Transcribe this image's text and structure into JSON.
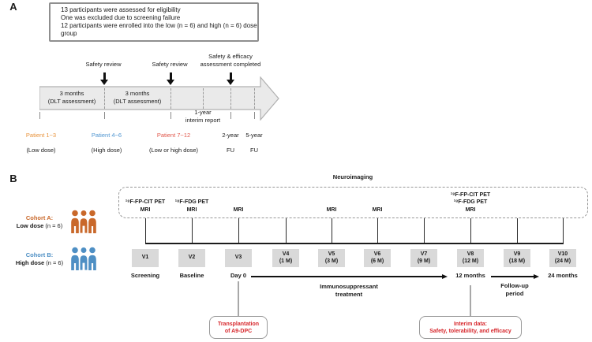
{
  "colors": {
    "patient_low": "#e8923a",
    "patient_high": "#4d94d0",
    "patient_mixed": "#e0564a",
    "cohort_a": "#c9682a",
    "cohort_b": "#4e8fc4",
    "callout_red": "#d7282d"
  },
  "panel_a": {
    "label": "A",
    "eligibility": [
      "13 participants were assessed for eligibility",
      "One was excluded due to screening failure",
      "12 participants were enrolled into the low (n = 6) and high (n = 6) dose group"
    ],
    "reviews": [
      "Safety review",
      "Safety review",
      "Safety & efficacy\nassessment completed"
    ],
    "segments": [
      "3 months\n(DLT assessment)",
      "3 months\n(DLT assessment)"
    ],
    "milestones": [
      {
        "title": "Patient 1~3",
        "subtitle": "(Low dose)"
      },
      {
        "title": "Patient 4~6",
        "subtitle": "(High dose)"
      },
      {
        "title": "Patient 7~12",
        "subtitle": "(Low or high dose)"
      },
      {
        "title": "2-year",
        "subtitle": "FU"
      },
      {
        "title": "5-year",
        "subtitle": "FU"
      }
    ],
    "interim_note": "1-year\ninterim report"
  },
  "panel_b": {
    "label": "B",
    "neuroimaging": "Neuroimaging",
    "cohorts": [
      {
        "name": "Cohort A:",
        "dose_bold": "Low dose",
        "dose_rest": "(n = 6)"
      },
      {
        "name": "Cohort B:",
        "dose_bold": "High dose",
        "dose_rest": "(n = 6)"
      }
    ],
    "visits": [
      {
        "label": "V1",
        "imaging": "¹⁸F-FP-CIT PET\nMRI",
        "below": "Screening"
      },
      {
        "label": "V2",
        "imaging": "¹⁸F-FDG PET\nMRI",
        "below": "Baseline"
      },
      {
        "label": "V3",
        "imaging": "MRI",
        "below": "Day 0"
      },
      {
        "label": "V4\n(1 M)"
      },
      {
        "label": "V5\n(3 M)",
        "imaging": "MRI"
      },
      {
        "label": "V6\n(6 M)",
        "imaging": "MRI"
      },
      {
        "label": "V7\n(9 M)"
      },
      {
        "label": "V8\n(12 M)",
        "imaging": "¹⁸F-FP-CIT PET\n¹⁸F-FDG PET\nMRI",
        "below": "12 months"
      },
      {
        "label": "V9\n(18 M)"
      },
      {
        "label": "V10\n(24 M)",
        "below": "24 months"
      }
    ],
    "treatment_label": "Immunosuppressant\ntreatment",
    "followup_label": "Follow-up\nperiod",
    "callouts": [
      "Transplantation\nof A9-DPC",
      "Interim data:\nSafety, tolerability, and efficacy"
    ]
  }
}
